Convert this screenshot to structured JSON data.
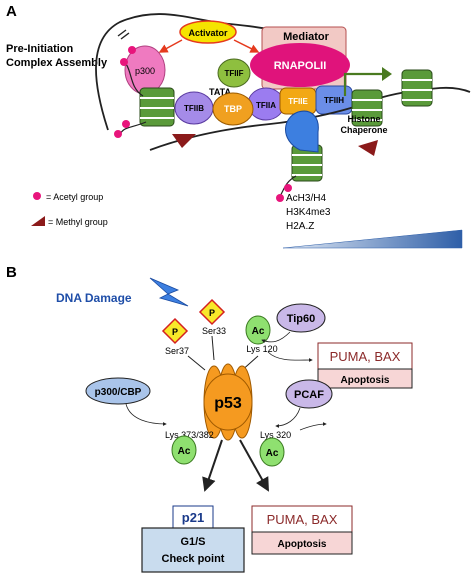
{
  "panelA": {
    "label": "A",
    "preinit_line1": "Pre-Initiation",
    "preinit_line2": "Complex Assembly",
    "activator": "Activator",
    "mediator": "Mediator",
    "p300": "p300",
    "rnapol": "RNAPOLII",
    "tfiif": "TFIIF",
    "tata": "TATA",
    "tfiib": "TFIIB",
    "tbp": "TBP",
    "tfiia": "TFIIA",
    "tfiie": "TFIIE",
    "tfiih": "TFIIH",
    "histone_line1": "Histone",
    "histone_line2": "Chaperone",
    "legend_acetyl": "= Acetyl group",
    "legend_methyl": "= Methyl group",
    "marks": [
      "AcH3/H4",
      "H3K4me3",
      "H2A.Z"
    ]
  },
  "panelB": {
    "label": "B",
    "dna_damage": "DNA Damage",
    "p_label": "P",
    "ser33": "Ser33",
    "ser37": "Ser37",
    "ac": "Ac",
    "lys120": "Lys 120",
    "tip60": "Tip60",
    "puma_bax": "PUMA, BAX",
    "apoptosis": "Apoptosis",
    "p300cbp": "p300/CBP",
    "pcaf": "PCAF",
    "p53": "p53",
    "lys373": "Lys 373/382",
    "lys320": "Lys 320",
    "p21": "p21",
    "g1s": "G1/S",
    "checkpoint": "Check point"
  },
  "colors": {
    "activator_fill": "#f5e400",
    "activator_stroke": "#e53a1e",
    "mediator_bg": "#f2c9c5",
    "rnapol": "#e0137b",
    "p300": "#ef7ac0",
    "tfiif": "#8ebf3f",
    "tfiib": "#a58be8",
    "tbp": "#f0a020",
    "tfiia": "#9b7cf0",
    "tfiie": "#f2a814",
    "tfiih": "#6b8ee8",
    "chaperone": "#3d7fe0",
    "nucleosome": "#5a9a3a",
    "acetyl": "#e8157c",
    "methyl": "#8b1a1a",
    "gradient": "#2f5fa8",
    "dna_damage_text": "#1f4ea8",
    "bolt": "#3d7fe0",
    "phospho_fill": "#f8e82a",
    "phospho_stroke": "#d42020",
    "ac_fill": "#8fe070",
    "tip_fill": "#c9b8e8",
    "oval_blue": "#a9c4ea",
    "p53_fill": "#f59a20",
    "puma_text": "#8b2a2a",
    "apoptosis_box": "#f7d6d6",
    "checkpoint_box": "#c9dcee",
    "p21_text": "#1a3a8a"
  }
}
